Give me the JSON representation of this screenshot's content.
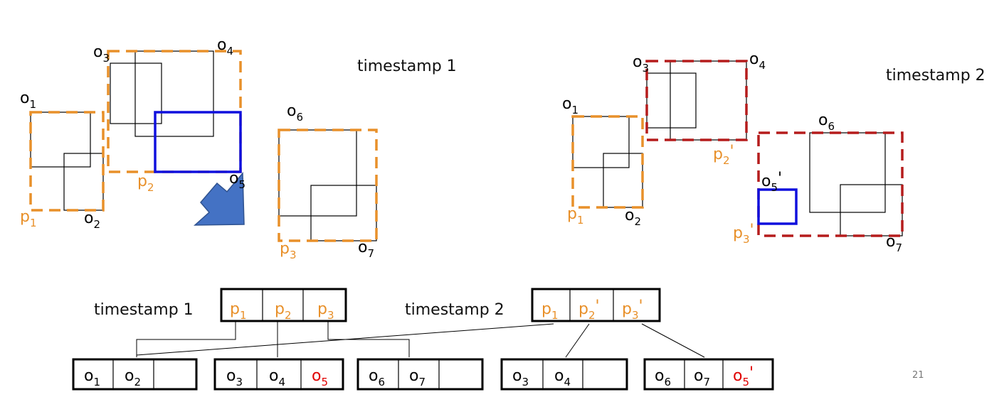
{
  "colors": {
    "orange": "#E8902A",
    "blue": "#1010DD",
    "darkred": "#B51C1C",
    "red": "#E00000",
    "black": "#000000",
    "arrow": "#4472C4"
  },
  "timestamps": {
    "t1": "timestamp 1",
    "t2": "timestamp 2"
  },
  "page_number": "21",
  "glyphs": {
    "o": "o",
    "p": "p",
    "prime": "'"
  },
  "labels": {
    "t1_o1": "1",
    "t1_o2": "2",
    "t1_o3": "3",
    "t1_o4": "4",
    "t1_o5": "5",
    "t1_o6": "6",
    "t1_o7": "7",
    "t1_p1": "1",
    "t1_p2": "2",
    "t1_p3": "3",
    "t2_o1": "1",
    "t2_o2": "2",
    "t2_o3": "3",
    "t2_o4": "4",
    "t2_o5": "5",
    "t2_o6": "6",
    "t2_o7": "7",
    "t2_p1": "1",
    "t2_p2": "2",
    "t2_p3": "3"
  },
  "index": {
    "root1": [
      "1",
      "2",
      "3"
    ],
    "root2": [
      "1",
      "2",
      "3"
    ],
    "leaf1": [
      "1",
      "2"
    ],
    "leaf2": [
      "3",
      "4",
      "5"
    ],
    "leaf3": [
      "6",
      "7"
    ],
    "leaf4": [
      "3",
      "4"
    ],
    "leaf5": [
      "6",
      "7",
      "5"
    ]
  }
}
